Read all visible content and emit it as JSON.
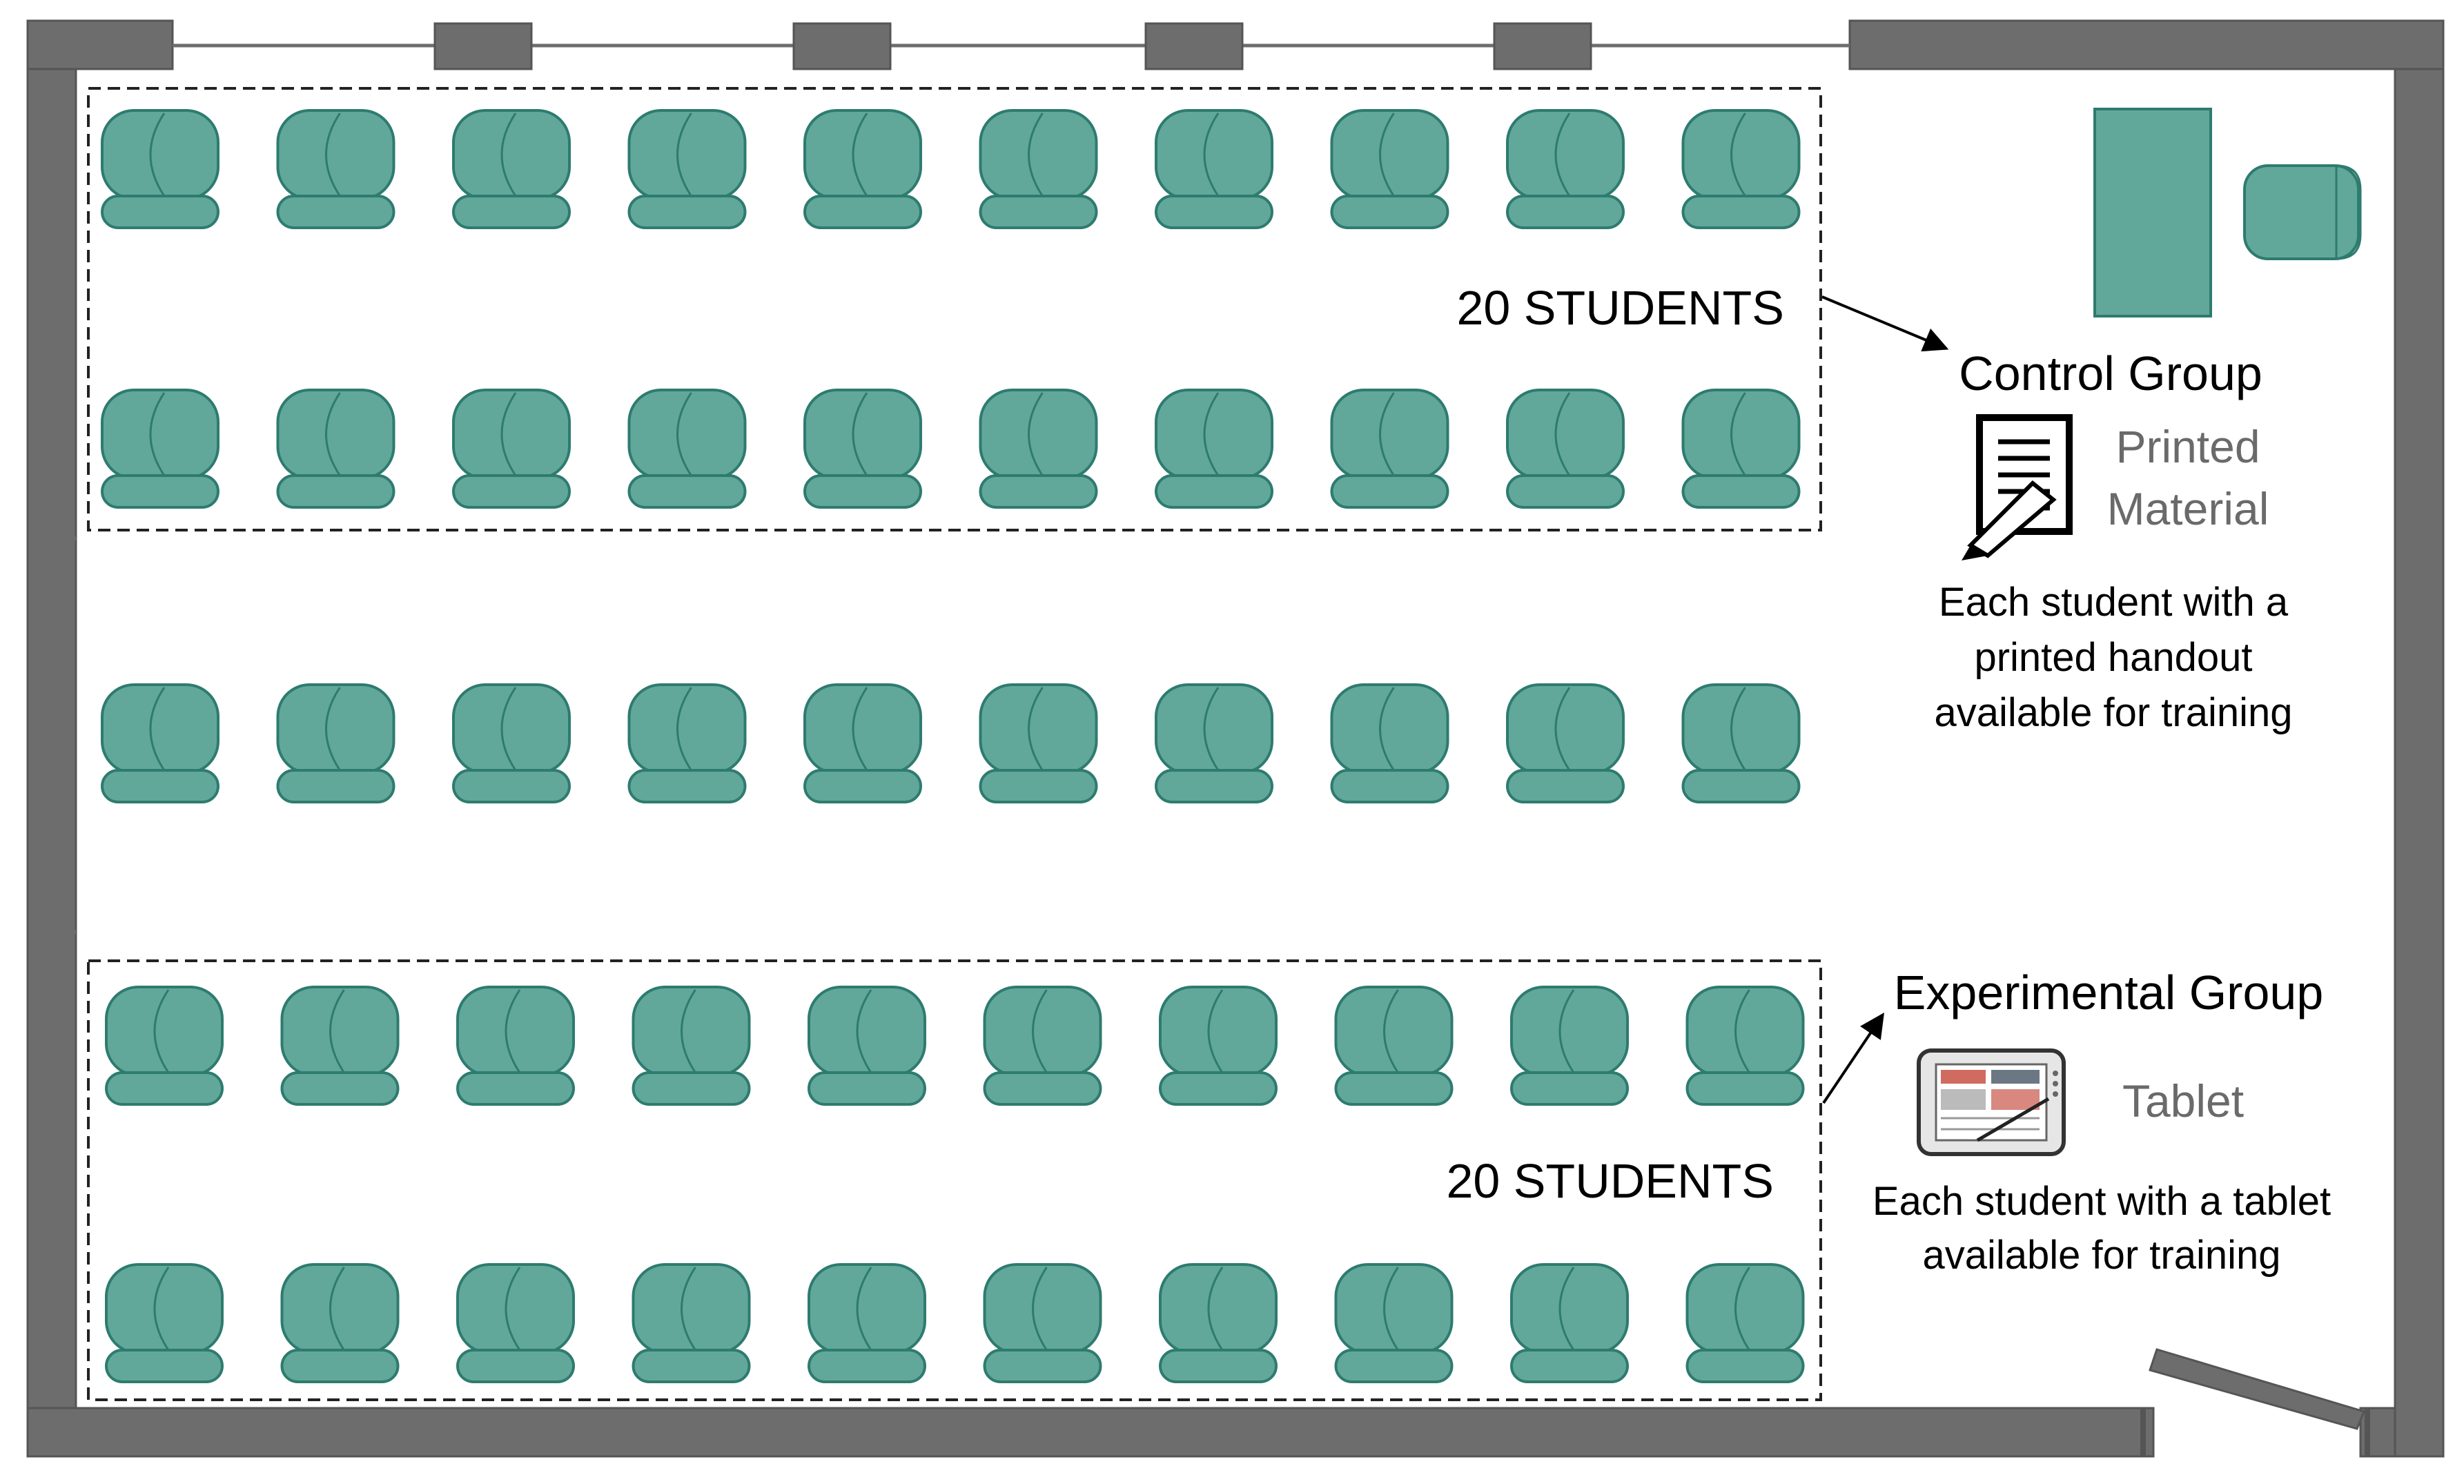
{
  "colors": {
    "wall": "#6d6d6d",
    "wall_stroke": "#555555",
    "seat_fill": "#61a89b",
    "seat_stroke": "#2e7b6f",
    "text": "#000000",
    "label_gray": "#6a6a6a"
  },
  "groups": {
    "control": {
      "count_label": "20 STUDENTS",
      "title": "Control Group",
      "material_line1": "Printed",
      "material_line2": "Material",
      "material_icon": "printed-document-with-pencil-icon",
      "description": [
        "Each student with a",
        "printed handout",
        "available for training"
      ]
    },
    "experimental": {
      "count_label": "20 STUDENTS",
      "title": "Experimental Group",
      "material_line1": "Tablet",
      "material_icon": "tablet-with-stylus-icon",
      "description": [
        "Each student with a tablet",
        "available for training"
      ]
    }
  },
  "seating": {
    "rows": 5,
    "seats_per_row": 10,
    "seat_icon": "chair-icon"
  },
  "instructor": {
    "desk_icon": "teacher-desk-icon",
    "chair_icon": "teacher-chair-icon"
  }
}
